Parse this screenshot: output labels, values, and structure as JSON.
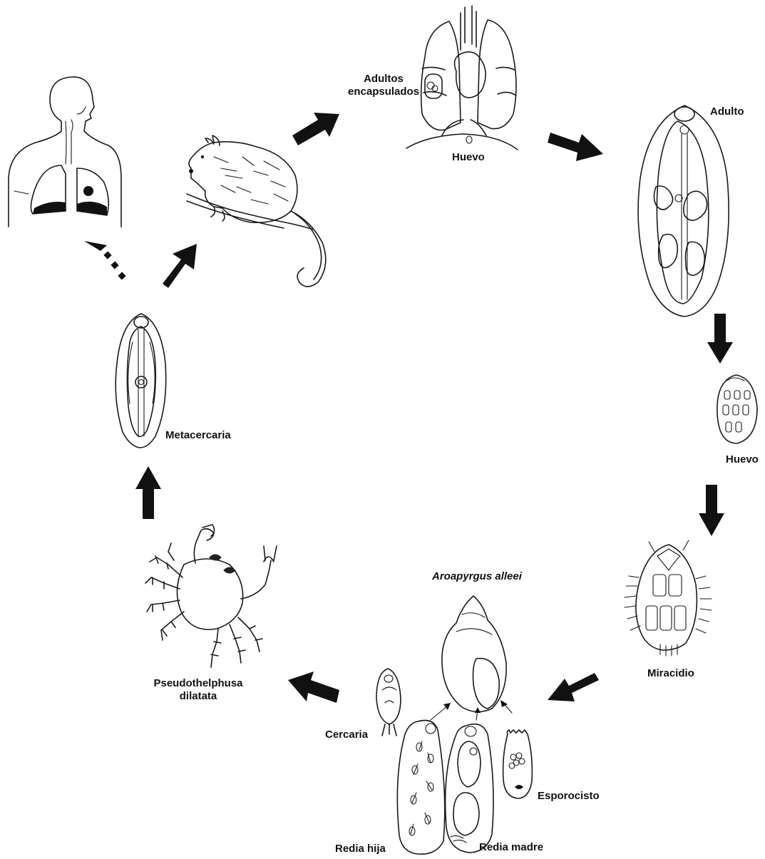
{
  "diagram": {
    "labels": {
      "adultos_encapsulados_line1": "Adultos",
      "adultos_encapsulados_line2": "encapsulados",
      "huevo_lung": "Huevo",
      "adulto": "Adulto",
      "huevo": "Huevo",
      "miracidio": "Miracidio",
      "snail_species": "Aroapyrgus alleei",
      "esporocisto": "Esporocisto",
      "redia_madre": "Redia madre",
      "redia_hija": "Redia hija",
      "cercaria": "Cercaria",
      "crab_line1": "Pseudothelphusa",
      "crab_line2": "dilatata",
      "metacercaria": "Metacercaria"
    },
    "stages": [
      "human-host",
      "opossum-host",
      "encapsulated-adults-lungs",
      "adult-fluke",
      "egg",
      "miracidium",
      "snail-host",
      "sporocyst",
      "mother-redia",
      "daughter-redia",
      "cercaria",
      "crab-host",
      "metacercaria"
    ]
  }
}
